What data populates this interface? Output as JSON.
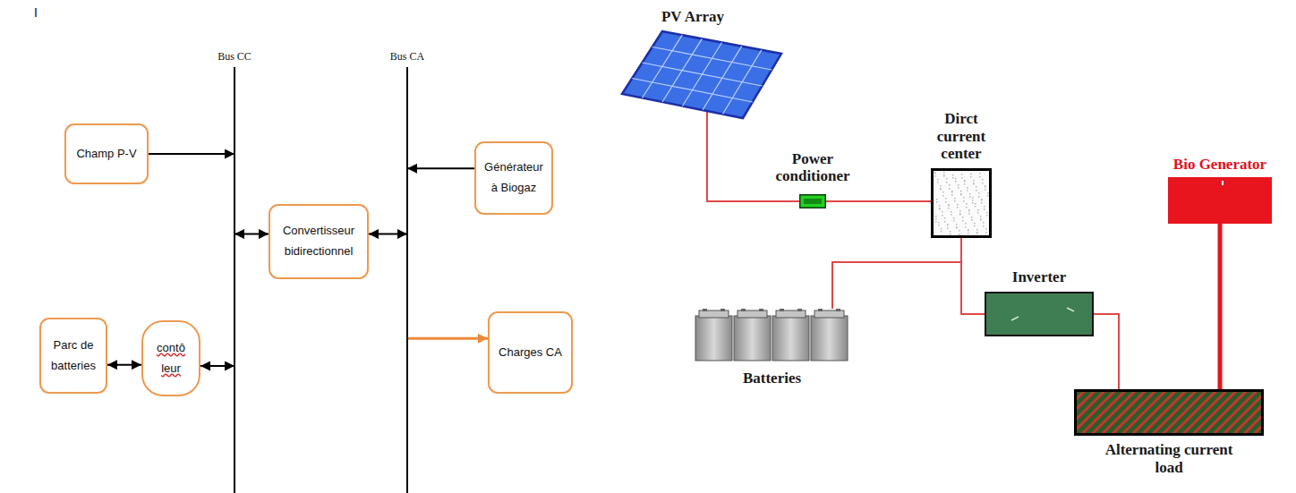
{
  "diagram": {
    "nodes": [
      {
        "text": [
          "Bus CC"
        ]
      },
      {
        "text": [
          "Bus CA"
        ]
      },
      {
        "text": [
          "Champ P-V"
        ]
      },
      {
        "text": [
          "Générateur à Biogaz"
        ]
      },
      {
        "text": [
          "Convertisseur bidirectionnel"
        ]
      },
      {
        "text": [
          "Parc de batteries"
        ]
      },
      {
        "text": [
          "contô leur"
        ]
      },
      {
        "text": [
          "Charges CA"
        ]
      },
      {
        "text": [
          "PV Array"
        ]
      },
      {
        "text": [
          "Power conditioner"
        ]
      },
      {
        "text": [
          "Dirct current center"
        ]
      },
      {
        "text": [
          "Bio Generator"
        ]
      },
      {
        "text": [
          "Inverter"
        ]
      },
      {
        "text": [
          "Batteries"
        ]
      },
      {
        "text": [
          "Alternating current load"
        ]
      }
    ],
    "edges": [
      {
        "from": 2,
        "to": 0,
        "arrow": "to"
      },
      {
        "from": 0,
        "to": 4,
        "arrow": "both"
      },
      {
        "from": 4,
        "to": 1,
        "arrow": "both"
      },
      {
        "from": 3,
        "to": 1,
        "arrow": "to"
      },
      {
        "from": 5,
        "to": 6,
        "arrow": "both"
      },
      {
        "from": 6,
        "to": 0,
        "arrow": "both"
      },
      {
        "from": 1,
        "to": 7,
        "arrow": "to"
      },
      {
        "from": 8,
        "to": 9,
        "arrow": "none"
      },
      {
        "from": 9,
        "to": 10,
        "arrow": "none"
      },
      {
        "from": 10,
        "to": 13,
        "arrow": "none"
      },
      {
        "from": 10,
        "to": 12,
        "arrow": "none"
      },
      {
        "from": 12,
        "to": 14,
        "arrow": "none"
      },
      {
        "from": 11,
        "to": 14,
        "arrow": "none"
      }
    ],
    "labels": [
      "I"
    ]
  }
}
